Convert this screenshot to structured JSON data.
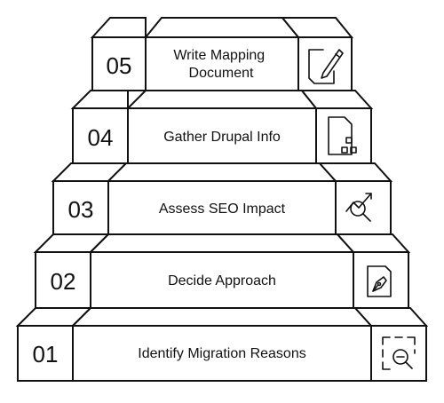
{
  "diagram": {
    "steps": [
      {
        "number": "01",
        "label": "Identify Migration Reasons",
        "icon": "dashed-zoom-out-icon"
      },
      {
        "number": "02",
        "label": "Decide Approach",
        "icon": "pen-document-icon"
      },
      {
        "number": "03",
        "label": "Assess SEO Impact",
        "icon": "chart-search-icon"
      },
      {
        "number": "04",
        "label": "Gather Drupal Info",
        "icon": "document-sitemap-icon"
      },
      {
        "number": "05",
        "label": "Write Mapping Document",
        "icon": "edit-document-icon"
      }
    ],
    "colors": {
      "line": "#111111",
      "background": "#ffffff"
    }
  }
}
